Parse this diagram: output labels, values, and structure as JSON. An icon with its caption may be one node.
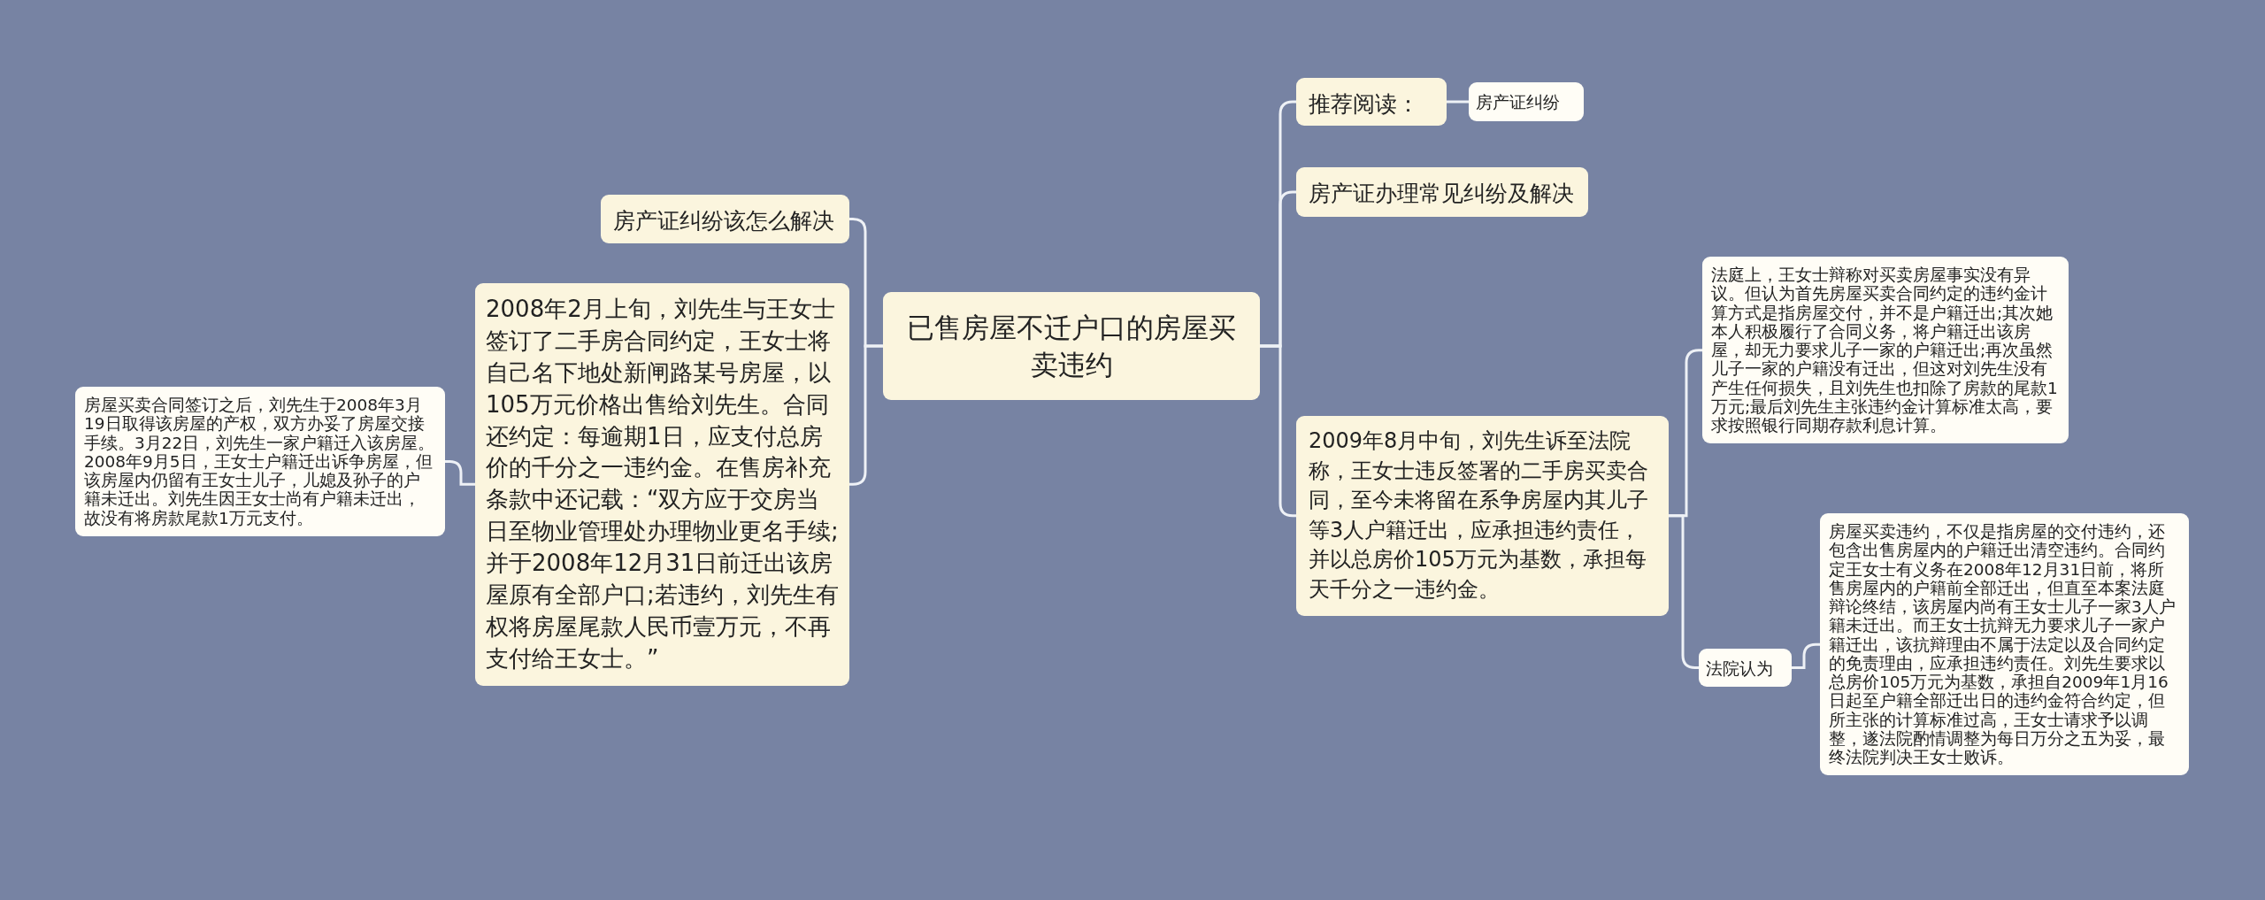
{
  "diagram": {
    "nodes": [
      {
        "text": [
          "已售房屋不迁户口的房屋买卖违约"
        ]
      },
      {
        "text": [
          "房产证纠纷该怎么解决"
        ]
      },
      {
        "text": [
          "2008年2月上旬，刘先生与王女士签订了二手房合同约定，王女士将自己名下地处新闸路某号房屋，以105万元价格出售给刘先生。合同还约定：每逾期1日，应支付总房价的千分之一违约金。在售房补充条款中还记载：“双方应于交房当日至物业管理处办理物业更名手续;并于2008年12月31日前迁出该房屋原有全部户口;若违约，刘先生有权将房屋尾款人民币壹万元，不再支付给王女士。”"
        ]
      },
      {
        "text": [
          "房屋买卖合同签订之后，刘先生于2008年3月19日取得该房屋的产权，双方办妥了房屋交接手续。3月22日，刘先生一家户籍迁入该房屋。2008年9月5日，王女士户籍迁出诉争房屋，但该房屋内仍留有王女士儿子，儿媳及孙子的户籍未迁出。刘先生因王女士尚有户籍未迁出，故没有将房款尾款1万元支付。"
        ]
      },
      {
        "text": [
          "推荐阅读："
        ]
      },
      {
        "text": [
          "房产证纠纷"
        ]
      },
      {
        "text": [
          "房产证办理常见纠纷及解决"
        ]
      },
      {
        "text": [
          "2009年8月中旬，刘先生诉至法院称，王女士违反签署的二手房买卖合同，至今未将留在系争房屋内其儿子等3人户籍迁出，应承担违约责任，并以总房价105万元为基数，承担每天千分之一违约金。"
        ]
      },
      {
        "text": [
          "法庭上，王女士辩称对买卖房屋事实没有异议。但认为首先房屋买卖合同约定的违约金计算方式是指房屋交付，并不是户籍迁出;其次她本人积极履行了合同义务，将户籍迁出该房屋，却无力要求儿子一家的户籍迁出;再次虽然儿子一家的户籍没有迁出，但这对刘先生没有产生任何损失，且刘先生也扣除了房款的尾款1万元;最后刘先生主张违约金计算标准太高，要求按照银行同期存款利息计算。"
        ]
      },
      {
        "text": [
          "法院认为"
        ]
      },
      {
        "text": [
          "房屋买卖违约，不仅是指房屋的交付违约，还包含出售房屋内的户籍迁出清空违约。合同约定王女士有义务在2008年12月31日前，将所售房屋内的户籍前全部迁出，但直至本案法庭辩论终结，该房屋内尚有王女士儿子一家3人户籍未迁出。而王女士抗辩无力要求儿子一家户籍迁出，该抗辩理由不属于法定以及合同约定的免责理由，应承担违约责任。刘先生要求以总房价105万元为基数，承担自2009年1月16日起至户籍全部迁出日的违约金符合约定，但所主张的计算标准过高，王女士请求予以调整，遂法院酌情调整为每日万分之五为妥，最终法院判决王女士败诉。"
        ]
      }
    ],
    "edges": [
      {
        "from": 0,
        "to": 1,
        "arrow": "none"
      },
      {
        "from": 0,
        "to": 2,
        "arrow": "none"
      },
      {
        "from": 2,
        "to": 3,
        "arrow": "none"
      },
      {
        "from": 0,
        "to": 4,
        "arrow": "none"
      },
      {
        "from": 4,
        "to": 5,
        "arrow": "none"
      },
      {
        "from": 0,
        "to": 6,
        "arrow": "none"
      },
      {
        "from": 0,
        "to": 7,
        "arrow": "none"
      },
      {
        "from": 7,
        "to": 8,
        "arrow": "none"
      },
      {
        "from": 7,
        "to": 9,
        "arrow": "none"
      },
      {
        "from": 9,
        "to": 10,
        "arrow": "none"
      }
    ]
  }
}
